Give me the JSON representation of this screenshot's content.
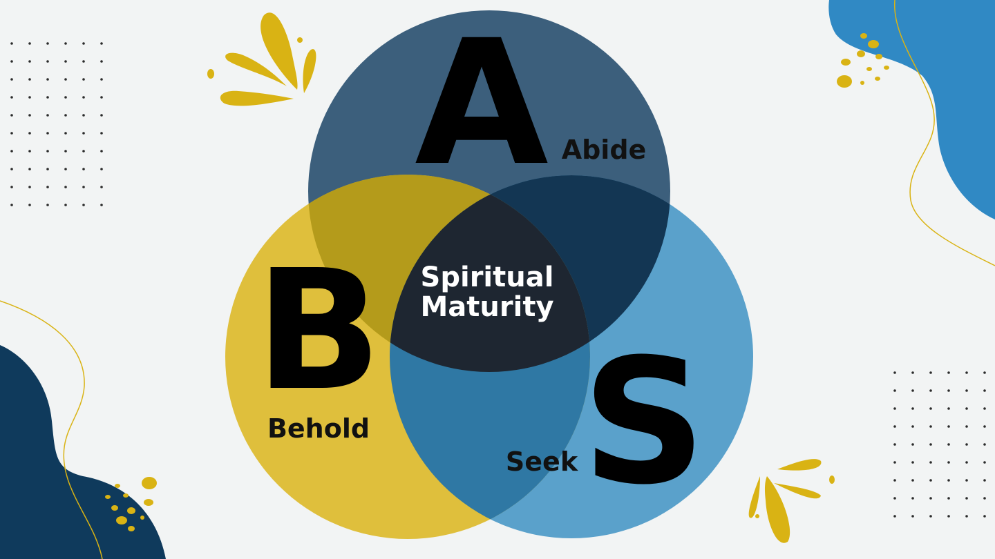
{
  "diagram": {
    "circles": [
      {
        "id": "abide",
        "letter": "A",
        "label": "Abide"
      },
      {
        "id": "behold",
        "letter": "B",
        "label": "Behold"
      },
      {
        "id": "seek",
        "letter": "S",
        "label": "Seek"
      }
    ],
    "center": {
      "line1": "Spiritual",
      "line2": "Maturity"
    }
  },
  "colors": {
    "background": "#f2f4f4",
    "abide": "#3c5f7c",
    "behold": "#dfbf3c",
    "seek": "#5aa1cb",
    "behold_abide_overlap": "#b49b1b",
    "abide_seek_overlap": "#133653",
    "behold_seek_overlap": "#2f78a4",
    "center": "#1e2631",
    "accent_yellow": "#d9b314",
    "navy_blob": "#0f3a5c",
    "blue_blob": "#3089c4",
    "dots": "#2a2a2a"
  }
}
